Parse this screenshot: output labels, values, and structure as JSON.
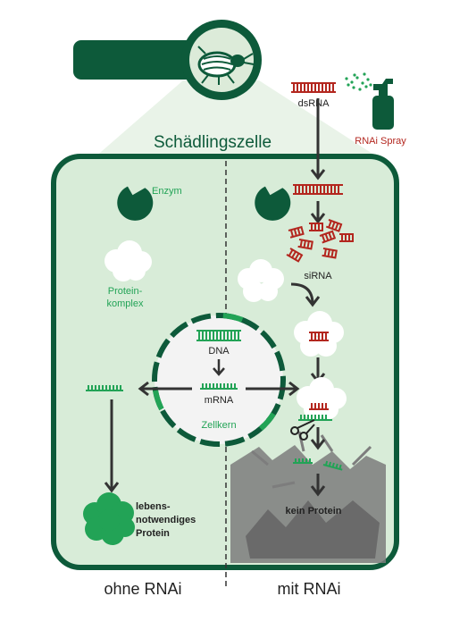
{
  "title": "Schädlingszelle",
  "footer": {
    "left": "ohne RNAi",
    "right": "mit RNAi"
  },
  "left": {
    "enzyme": "Enzym",
    "protein_complex_1": "Protein-",
    "protein_complex_2": "komplex",
    "essential_1": "lebens-",
    "essential_2": "notwendiges",
    "essential_3": "Protein"
  },
  "nucleus": {
    "dna": "DNA",
    "mrna": "mRNA",
    "label": "Zellkern"
  },
  "right": {
    "dsrna": "dsRNA",
    "spray": "RNAi Spray",
    "sirna": "siRNA",
    "no_protein": "kein Protein"
  },
  "colors": {
    "dark_green": "#0d5a3a",
    "mid_green": "#22a356",
    "cell_fill": "#d8ecd8",
    "red": "#b3261e",
    "grey": "#7a7a7a",
    "arrow": "#333333"
  }
}
